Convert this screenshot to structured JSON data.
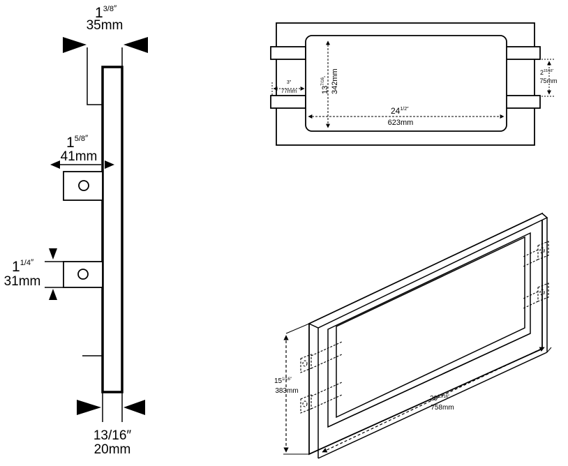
{
  "side_view": {
    "top_width": {
      "frac": "3/8",
      "metric": "35mm"
    },
    "bracket_depth": {
      "frac": "5/8",
      "metric": "41mm"
    },
    "bracket_height": {
      "frac": "1/4",
      "metric": "31mm"
    },
    "bottom_width": {
      "imperial": "13/16″",
      "metric": "20mm"
    }
  },
  "top_view": {
    "height": {
      "frac": "7/16",
      "metric": "342mm"
    },
    "offset": {
      "imperial": "3″",
      "metric": "77mm"
    },
    "width": {
      "frac": "1/2″",
      "metric": "623mm"
    },
    "bracket_spacing": {
      "frac": "15/16″",
      "metric": "75mm"
    }
  },
  "iso_view": {
    "height": {
      "frac": "1/16″",
      "metric": "383mm"
    },
    "length": {
      "frac": "13/16″",
      "metric": "758mm"
    }
  },
  "shared": {
    "one": "1",
    "two": "2",
    "thirteen": "13",
    "fifteen": "15",
    "twentyfour": "24",
    "twentynine": "29"
  }
}
